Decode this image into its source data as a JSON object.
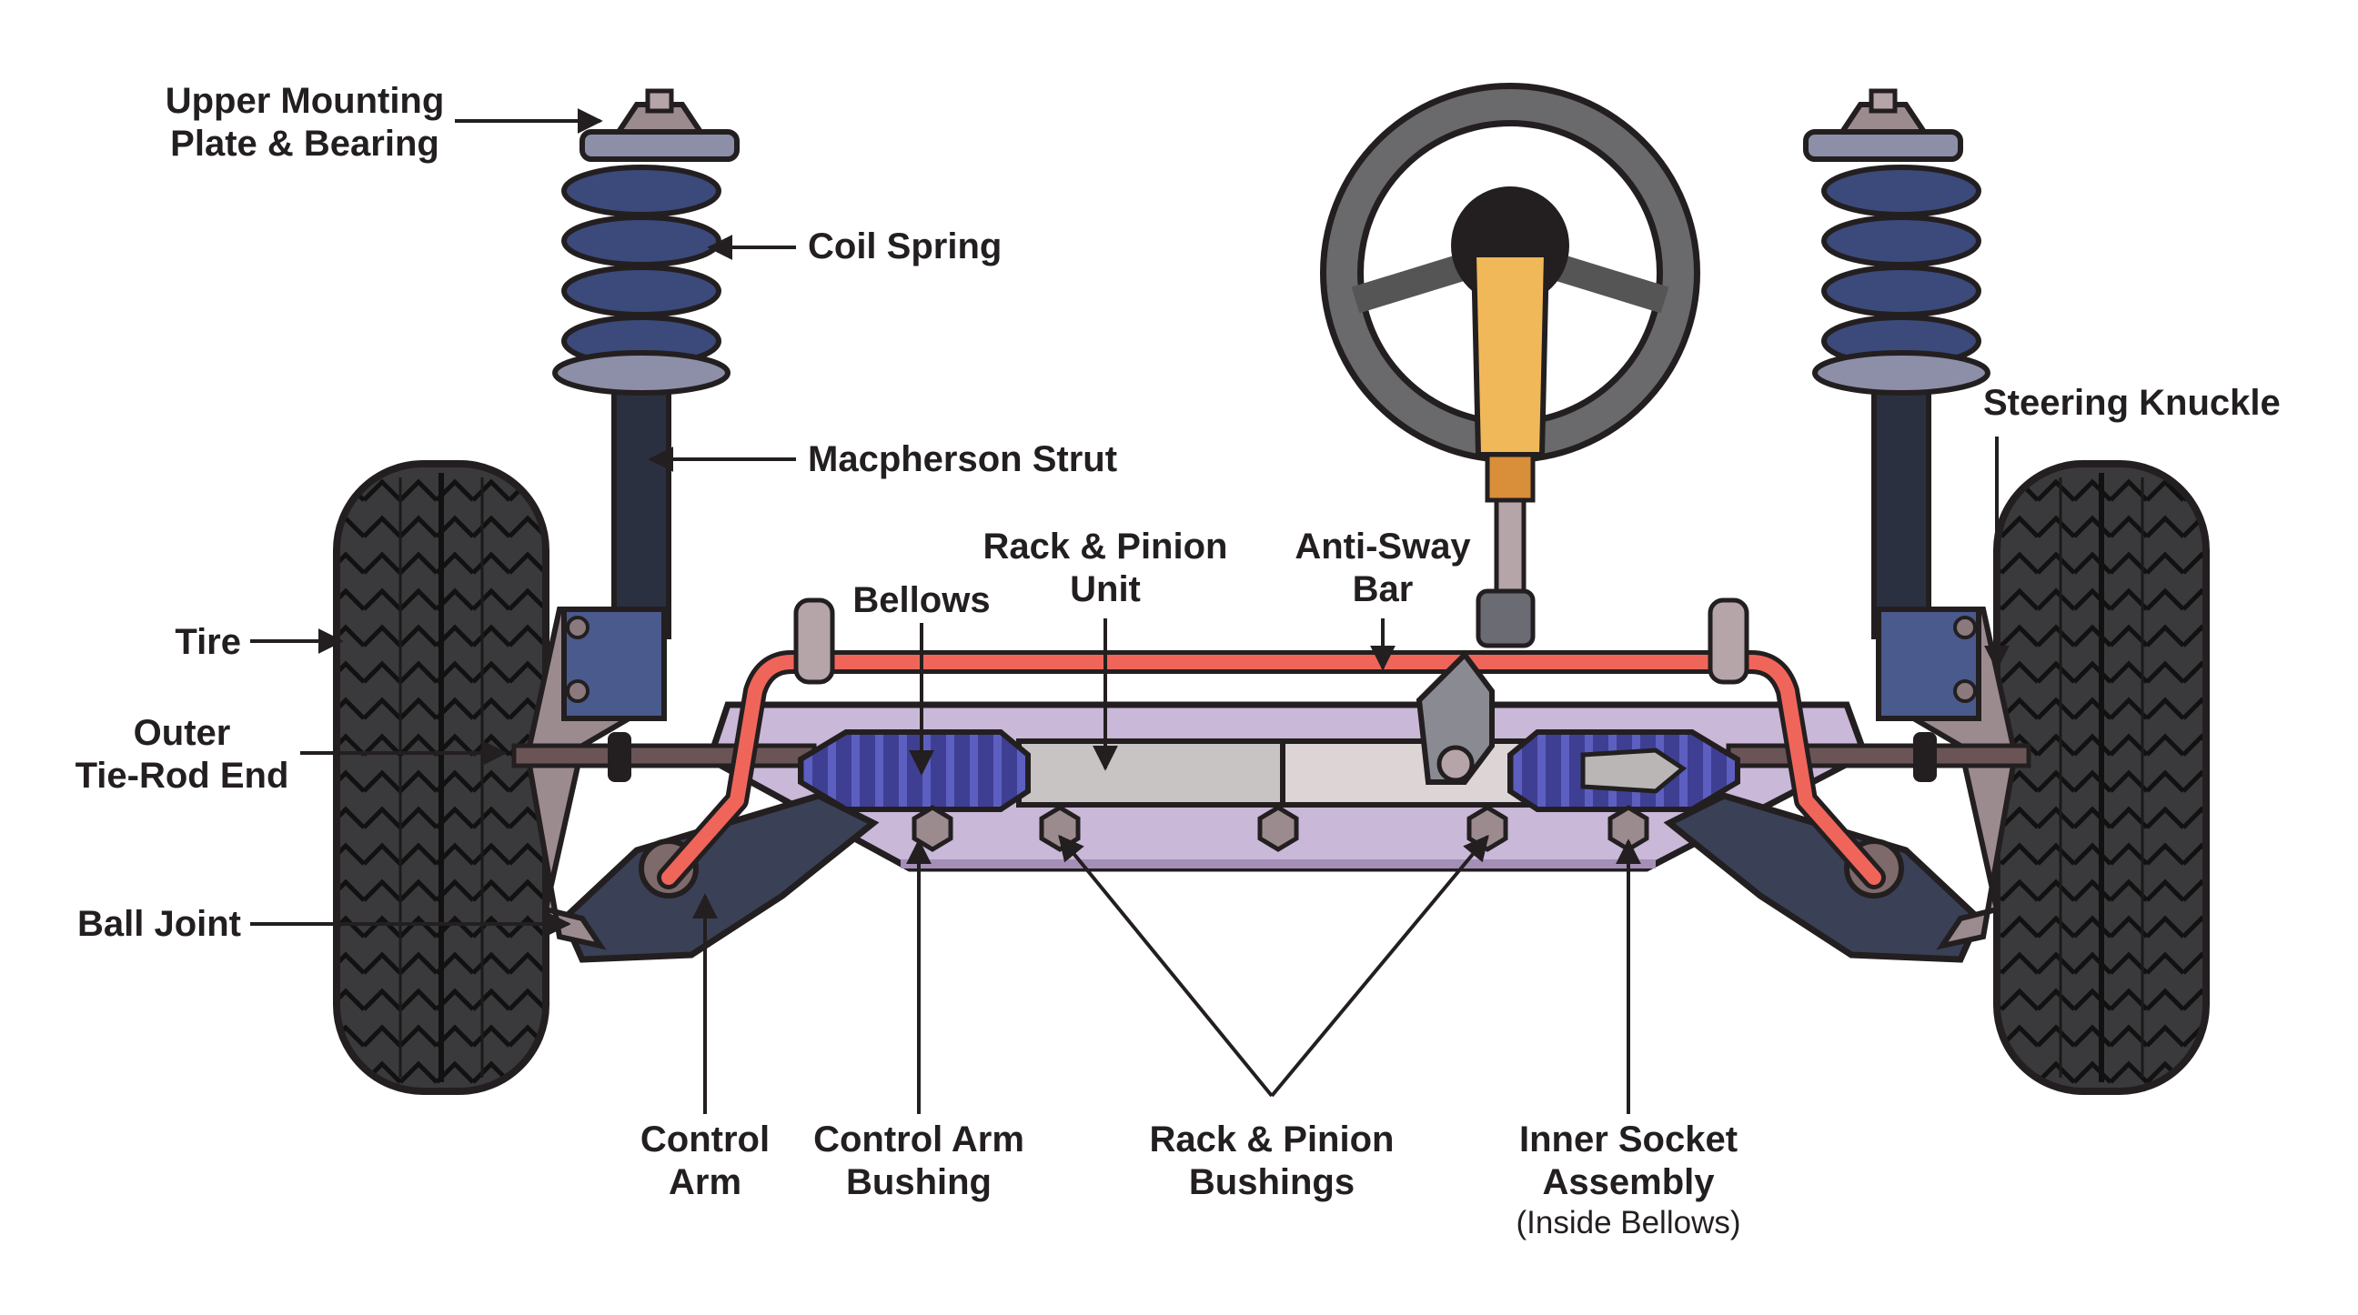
{
  "diagram": {
    "labels": {
      "upper_mount": [
        "Upper Mounting",
        "Plate & Bearing"
      ],
      "coil_spring": "Coil Spring",
      "macpherson_strut": "Macpherson Strut",
      "tire": "Tire",
      "outer_tie_rod": [
        "Outer",
        "Tie-Rod End"
      ],
      "ball_joint": "Ball Joint",
      "bellows": "Bellows",
      "rack_pinion_unit": [
        "Rack & Pinion",
        "Unit"
      ],
      "anti_sway_bar": [
        "Anti-Sway",
        "Bar"
      ],
      "steering_knuckle": "Steering Knuckle",
      "control_arm": [
        "Control",
        "Arm"
      ],
      "control_arm_bushing": [
        "Control Arm",
        "Bushing"
      ],
      "rack_pinion_bushings": [
        "Rack & Pinion",
        "Bushings"
      ],
      "inner_socket": [
        "Inner Socket",
        "Assembly"
      ],
      "inner_socket_note": "(Inside Bellows)"
    },
    "colors": {
      "outline": "#231f20",
      "tire": "#3a3a3c",
      "strut": "#2b3040",
      "spring": "#3b4a7a",
      "rack_shaft": "#c9c4c4",
      "bellows": "#3e3f93",
      "crossmember": "#c9b8d8",
      "sway_bar": "#f0655a",
      "column": "#f1b85a",
      "knuckle": "#9b8b8f"
    }
  }
}
